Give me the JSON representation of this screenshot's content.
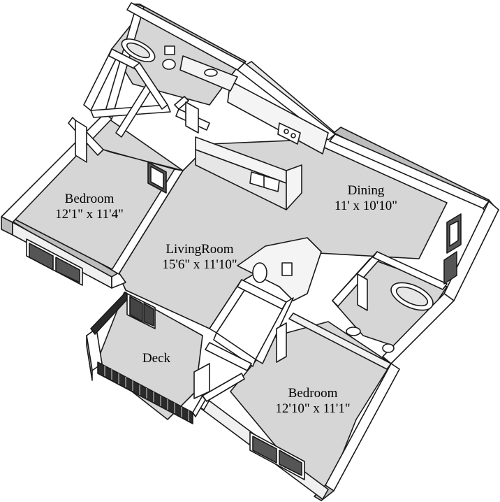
{
  "plan": {
    "rooms": [
      {
        "name": "Bedroom",
        "dims": "12'1\" x 11'4\""
      },
      {
        "name": "Dining",
        "dims": "11' x 10'10\""
      },
      {
        "name": "LivingRoom",
        "dims": "15'6\" x 11'10\""
      },
      {
        "name": "Deck",
        "dims": ""
      },
      {
        "name": "Bedroom",
        "dims": "12'10\" x 11'1\""
      }
    ]
  },
  "colors": {
    "floor": "#d6d6d6",
    "wall_top": "#ffffff",
    "wall_side": "#bdbdbd",
    "outline": "#1a1a1a"
  }
}
